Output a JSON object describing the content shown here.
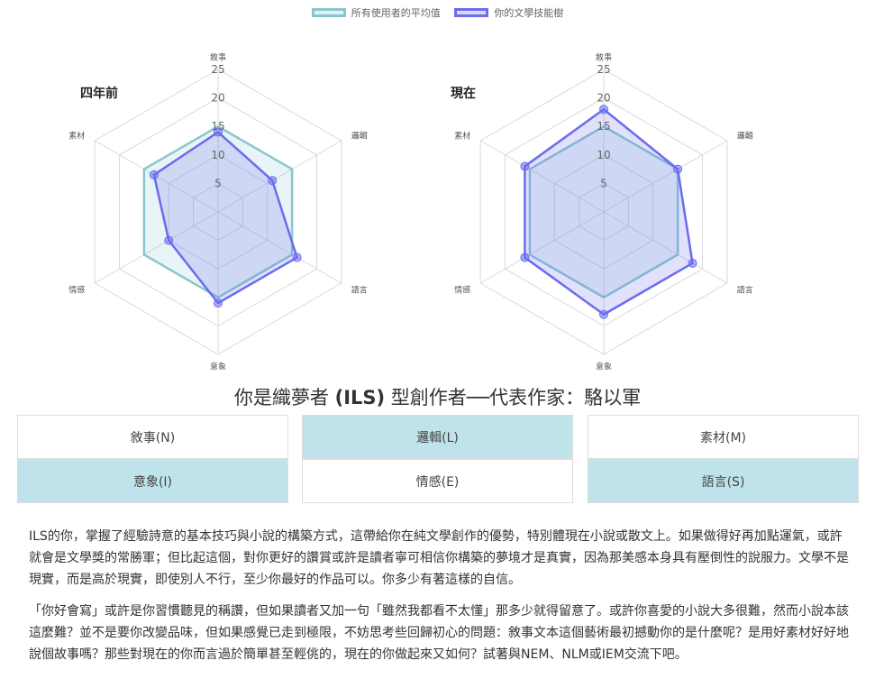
{
  "legend": [
    {
      "label": "所有使用者的平均值",
      "color": "#8ac6cf"
    },
    {
      "label": "你的文學技能樹",
      "color": "#6b6bf0"
    }
  ],
  "colors": {
    "avg": "#8ac6cf",
    "user": "#6b6bf0",
    "highlight": "#bfe3ea"
  },
  "chart_data": [
    {
      "type": "radar",
      "title": "四年前",
      "axes": [
        "敘事",
        "邏輯",
        "語言",
        "意象",
        "情感",
        "素材"
      ],
      "r_ticks": [
        "5",
        "10",
        "15",
        "20",
        "25"
      ],
      "rlim": [
        0,
        25
      ],
      "series": [
        {
          "name": "所有使用者的平均值",
          "values": [
            15,
            15,
            15,
            15,
            15,
            15
          ]
        },
        {
          "name": "你的文學技能樹",
          "values": [
            14,
            11,
            16,
            16,
            10,
            13
          ]
        }
      ]
    },
    {
      "type": "radar",
      "title": "現在",
      "axes": [
        "敘事",
        "邏輯",
        "語言",
        "意象",
        "情感",
        "素材"
      ],
      "r_ticks": [
        "5",
        "10",
        "15",
        "20",
        "25"
      ],
      "rlim": [
        0,
        25
      ],
      "series": [
        {
          "name": "所有使用者的平均值",
          "values": [
            15,
            15,
            15,
            15,
            15,
            15
          ]
        },
        {
          "name": "你的文學技能樹",
          "values": [
            18,
            15,
            18,
            18,
            16,
            16
          ]
        }
      ]
    }
  ],
  "headline": {
    "prefix": "你是織夢者 ",
    "code": "(ILS)",
    "suffix": " 型創作者──代表作家：駱以軍"
  },
  "traits": [
    {
      "label": "敘事(N)",
      "highlighted": false
    },
    {
      "label": "邏輯(L)",
      "highlighted": true
    },
    {
      "label": "素材(M)",
      "highlighted": false
    },
    {
      "label": "意象(I)",
      "highlighted": true
    },
    {
      "label": "情感(E)",
      "highlighted": false
    },
    {
      "label": "語言(S)",
      "highlighted": true
    }
  ],
  "description": [
    "ILS的你，掌握了經驗詩意的基本技巧與小說的構築方式，這帶給你在純文學創作的優勢，特別體現在小說或散文上。如果做得好再加點運氣，或許就會是文學獎的常勝軍；但比起這個，對你更好的讚賞或許是讀者寧可相信你構築的夢境才是真實，因為那美感本身具有壓倒性的說服力。文學不是現實，而是高於現實，即使別人不行，至少你最好的作品可以。你多少有著這樣的自信。",
    "「你好會寫」或許是你習慣聽見的稱讚，但如果讀者又加一句「雖然我都看不太懂」那多少就得留意了。或許你喜愛的小說大多很難，然而小說本該這麼難？並不是要你改變品味，但如果感覺已走到極限，不妨思考些回歸初心的問題：敘事文本這個藝術最初撼動你的是什麼呢？是用好素材好好地說個故事嗎？那些對現在的你而言過於簡單甚至輕佻的，現在的你做起來又如何？試著與NEM、NLM或IEM交流下吧。"
  ]
}
